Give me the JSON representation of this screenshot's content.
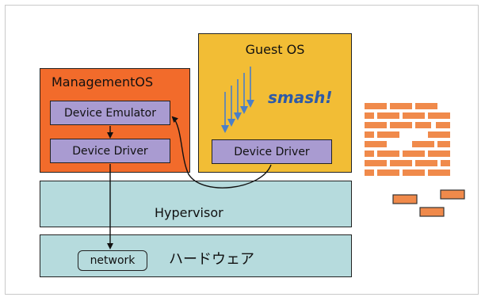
{
  "diagram": {
    "management_os_label": "ManagementOS",
    "guest_os_label": "Guest OS",
    "device_emulator_label": "Device Emulator",
    "mgmt_device_driver_label": "Device Driver",
    "guest_device_driver_label": "Device Driver",
    "hypervisor_label": "Hypervisor",
    "hardware_label": "ハードウェア",
    "network_label": "network",
    "smash_label": "smash!"
  },
  "colors": {
    "management_os": "#f26b2b",
    "guest_os": "#f2bd35",
    "layer": "#b6dbdd",
    "component": "#a99bd1",
    "smash_text": "#2d5aa8",
    "arrow_blue": "#4a7fc8",
    "brick": "#f08a4b"
  }
}
